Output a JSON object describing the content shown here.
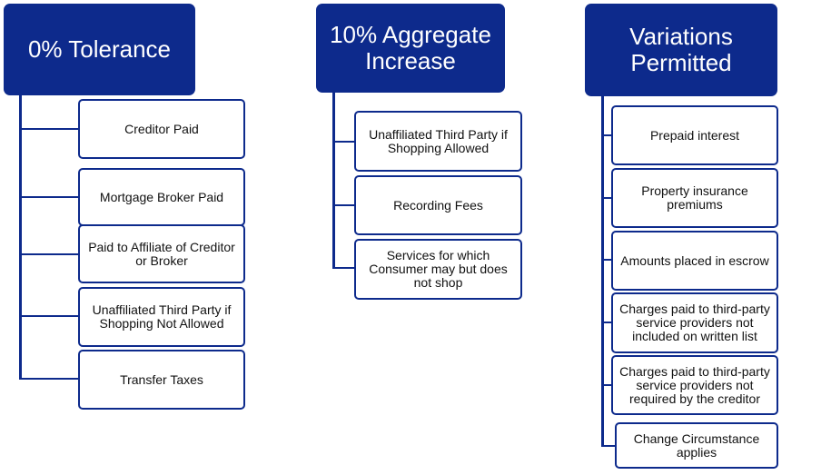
{
  "columns": [
    {
      "header": "0% Tolerance",
      "items": [
        "Creditor Paid",
        "Mortgage Broker Paid",
        "Paid to  Affiliate of Creditor or Broker",
        "Unaffiliated Third Party if Shopping Not Allowed",
        "Transfer Taxes"
      ]
    },
    {
      "header": "10% Aggregate Increase",
      "items": [
        "Unaffiliated Third Party if Shopping Allowed",
        "Recording Fees",
        "Services for which Consumer may but does not shop"
      ]
    },
    {
      "header": "Variations Permitted",
      "items": [
        "Prepaid interest",
        "Property insurance premiums",
        "Amounts placed in escrow",
        "Charges paid to third-party service providers not included on written list",
        "Charges paid to third-party service providers not required by the creditor",
        "Change Circumstance applies"
      ]
    }
  ],
  "colors": {
    "header_bg": "#0d2a8c",
    "border": "#0d2a8c",
    "text": "#111111"
  }
}
